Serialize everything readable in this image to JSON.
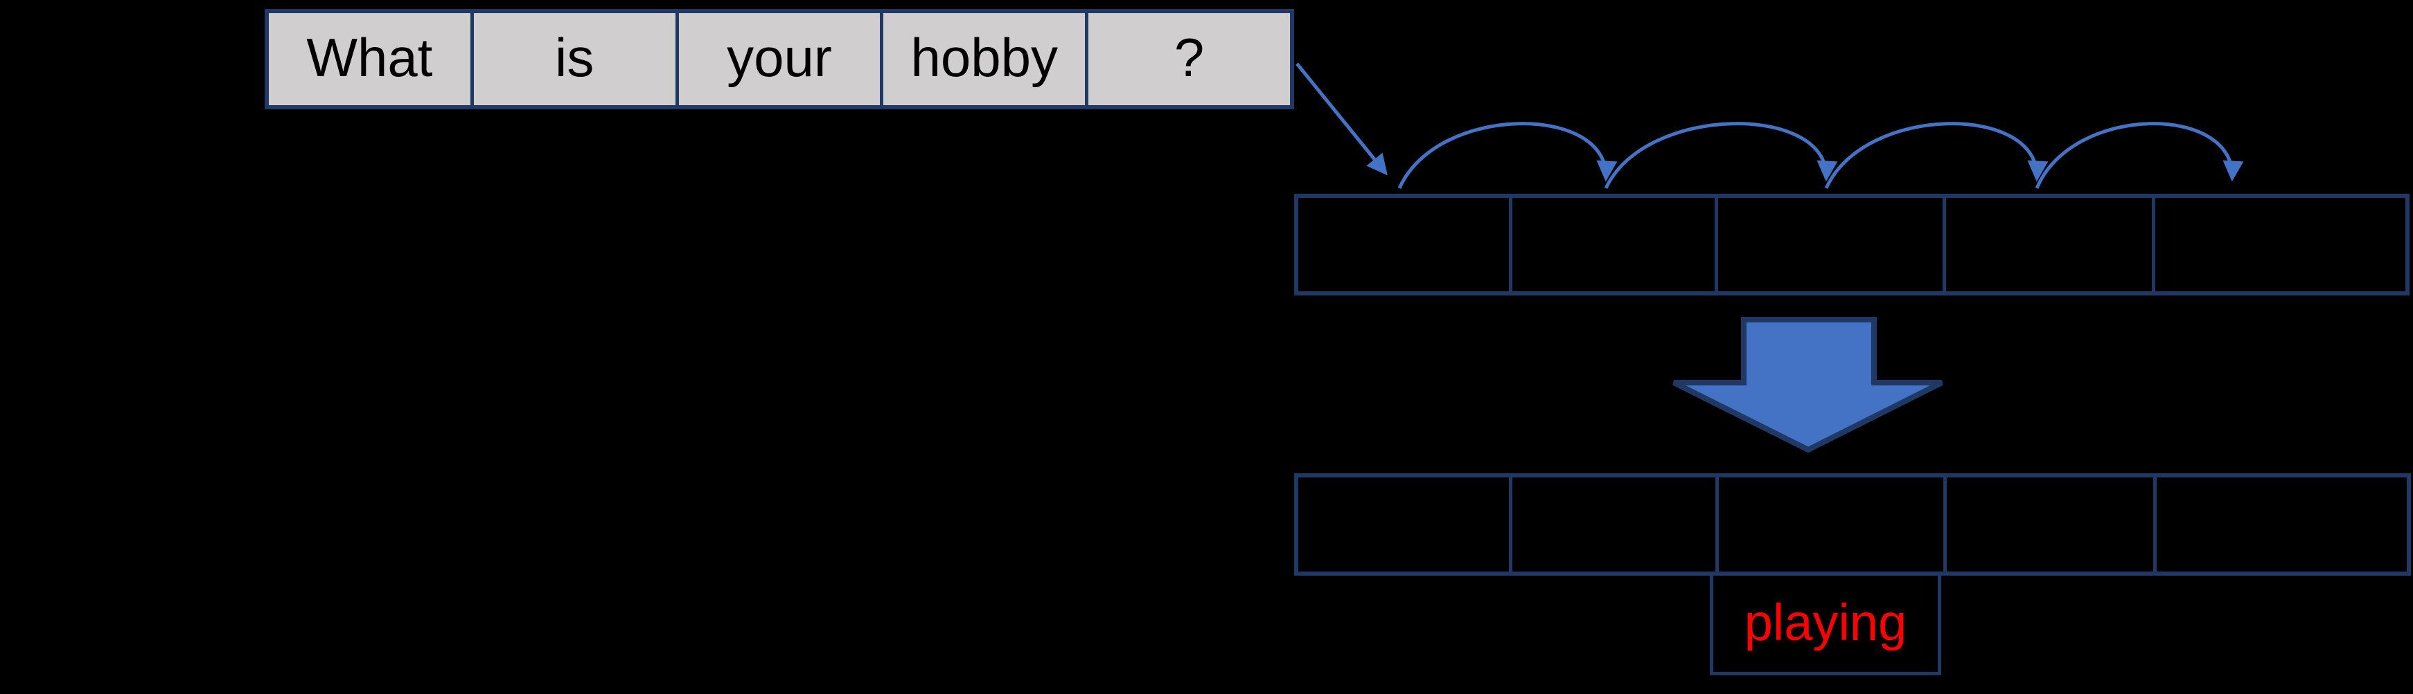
{
  "sentence_row": {
    "tokens": [
      "What",
      "is",
      "your",
      "hobby",
      "?"
    ]
  },
  "top_slot_row": {
    "cell_count": 5
  },
  "bottom_slot_row": {
    "cell_count": 5
  },
  "prediction": {
    "label": "playing"
  },
  "colors": {
    "background": "#000000",
    "token_fill": "#d0cece",
    "token_text": "#000000",
    "border_navy": "#1f3864",
    "arrow_blue": "#4472c4",
    "prediction_red": "#ff0000"
  },
  "icons": {
    "input_arrow": "diagonal-arrow-icon",
    "hop_arc": "arc-hop-arrow-icon",
    "transform_arrow": "block-down-arrow-icon"
  }
}
